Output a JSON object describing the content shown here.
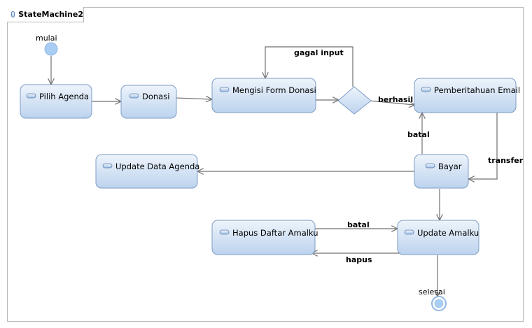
{
  "title": "StateMachine2",
  "initial": {
    "label": "mulai"
  },
  "final": {
    "label": "selesai"
  },
  "states": {
    "pilih_agenda": "Pilih Agenda",
    "donasi": "Donasi",
    "mengisi_form": "Mengisi Form Donasi",
    "pemberitahuan": "Pemberitahuan Email",
    "bayar": "Bayar",
    "update_agenda": "Update Data Agenda",
    "hapus_daftar": "Hapus Daftar Amalku",
    "update_amalku": "Update Amalku"
  },
  "transitions": {
    "gagal_input": "gagal input",
    "berhasil": "berhasil",
    "batal_bayar": "batal",
    "transfer": "transfer",
    "batal_amalku": "batal",
    "hapus": "hapus"
  },
  "colors": {
    "state_top": "#eef4fb",
    "state_bottom": "#bcd3ee",
    "state_border": "#7e9cc4",
    "edge": "#707070",
    "initial_fill": "#a9cdf3"
  }
}
